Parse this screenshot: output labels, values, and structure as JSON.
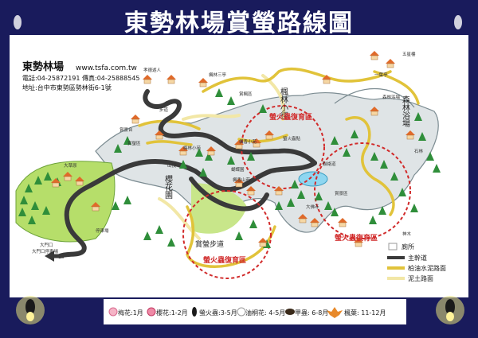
{
  "title": "東勢林場賞螢路線圖",
  "info": {
    "name": "東勢林場",
    "website": "www.tsfa.com.tw",
    "phone": "電話:04-25872191 傳真:04-25888545",
    "address": "地址:台中市東勢區勢林街6-1號"
  },
  "area_labels": {
    "maple": "楓林小徑",
    "forest_bath": "森林浴場",
    "cherry": "櫻花園",
    "firefly_trail": "賞螢步道",
    "restoration_1": "螢火蟲復育區",
    "restoration_2": "螢火蟲復育區",
    "restoration_3": "螢火蟲復育區"
  },
  "spot_labels": [
    "孝德遊人",
    "楓林三亭",
    "五星樓",
    "一葉亭",
    "步道",
    "螢火蟲點",
    "楓香小苑",
    "梅林小苑",
    "賞螢區",
    "蝴蝶園",
    "大門口",
    "大草原",
    "楓香山莊",
    "神木",
    "大佛寺",
    "森林浴場",
    "石林",
    "賞景台",
    "山頂",
    "聯絡道",
    "大門口停車場",
    "停車場",
    "賞景區",
    "賞楓區"
  ],
  "legend": {
    "toilet": "廁所",
    "main_road": "主幹道",
    "asphalt": "柏油水泥路面",
    "dirt": "泥土路面",
    "plum": "梅花:1月",
    "cherry": "櫻花:1-2月",
    "firefly": "螢火蟲:3-5月",
    "tung": "油桐花: 4-5月",
    "beetle": "甲蟲: 6-8月",
    "maple": "楓葉: 11-12月"
  },
  "colors": {
    "frame": "#191b5c",
    "main_road": "#3a3a3a",
    "asphalt": "#e1c33a",
    "dirt": "#f2e7a6",
    "restoration": "#d12a2a",
    "tree": "#2f8e3a",
    "water": "#8ed6f0"
  }
}
